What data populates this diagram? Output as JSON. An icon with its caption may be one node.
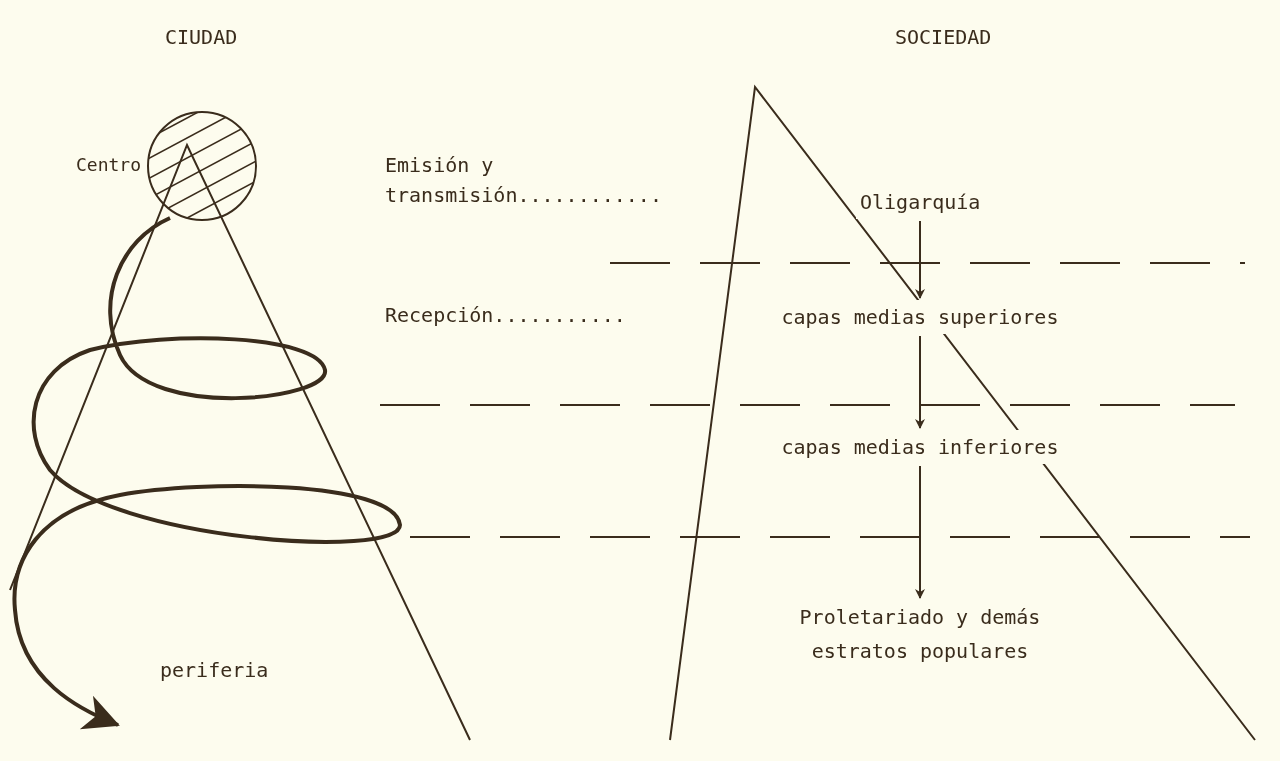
{
  "diagram": {
    "nodes": [
      {
        "text": [],
        "shape": "circle",
        "beside": [
          "Centro"
        ]
      },
      {
        "text": [
          "Oligarquía"
        ]
      },
      {
        "text": [
          "capas medias superiores"
        ]
      },
      {
        "text": [
          "capas medias inferiores"
        ]
      },
      {
        "text": [
          "Proletariado y demás estratos populares"
        ]
      }
    ],
    "edges": [
      {
        "from": 0,
        "to": null,
        "arrow": "to",
        "style": "thick"
      },
      {
        "from": 1,
        "to": 2,
        "arrow": "to"
      },
      {
        "from": 2,
        "to": 3,
        "arrow": "to"
      },
      {
        "from": 3,
        "to": 4,
        "arrow": "to"
      }
    ],
    "labels": [
      "CIUDAD",
      "SOCIEDAD",
      "Emisión y transmisión............",
      "Recepción...........",
      "periferia"
    ]
  }
}
